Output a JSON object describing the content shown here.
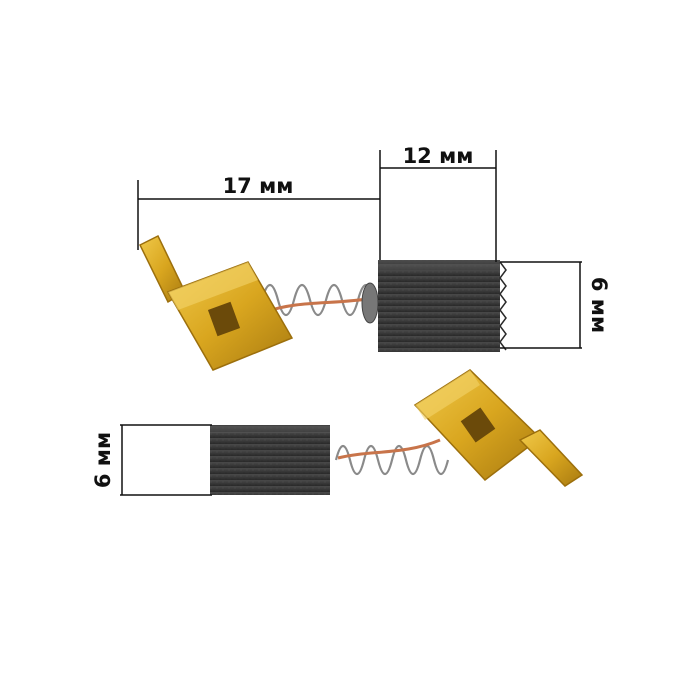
{
  "dimensions": {
    "length_total": "17 мм",
    "length_carbon": "12 мм",
    "height_top": "6 мм",
    "height_bottom": "6 мм"
  },
  "colors": {
    "carbon": "#3a3a3a",
    "carbon_light": "#5a5a5a",
    "brass": "#d9a61f",
    "brass_dark": "#9c6f0c",
    "copper": "#c8744a",
    "spring": "#8a8a8a",
    "dim_line": "#111111"
  },
  "icons": {
    "brush_top": "carbon-brush-icon",
    "brush_bottom": "carbon-brush-icon"
  }
}
